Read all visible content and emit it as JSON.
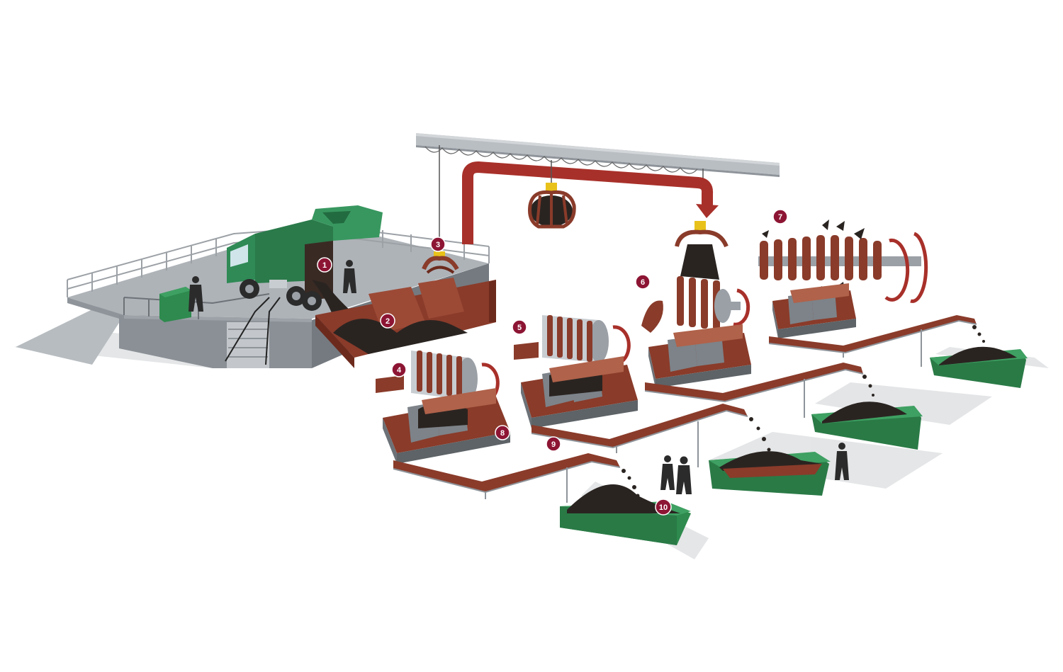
{
  "diagram": {
    "type": "process-illustration",
    "markers": [
      "1",
      "2",
      "3",
      "4",
      "5",
      "6",
      "7",
      "8",
      "9",
      "10"
    ]
  },
  "colors": {
    "platform": "#aeb3b8",
    "platform_dark": "#8e949a",
    "platform_side": "#7d8389",
    "truck_green": "#2f8a55",
    "container_green": "#2e8a4e",
    "rust": "#8a3b2a",
    "rust_light": "#b0624a",
    "material": "#2a2421",
    "beam": "#b9bec3",
    "arrow_red": "#a8302a",
    "marker": "#8d1534",
    "steel": "#9aa0a6",
    "silhouette": "#2b2b2b"
  }
}
